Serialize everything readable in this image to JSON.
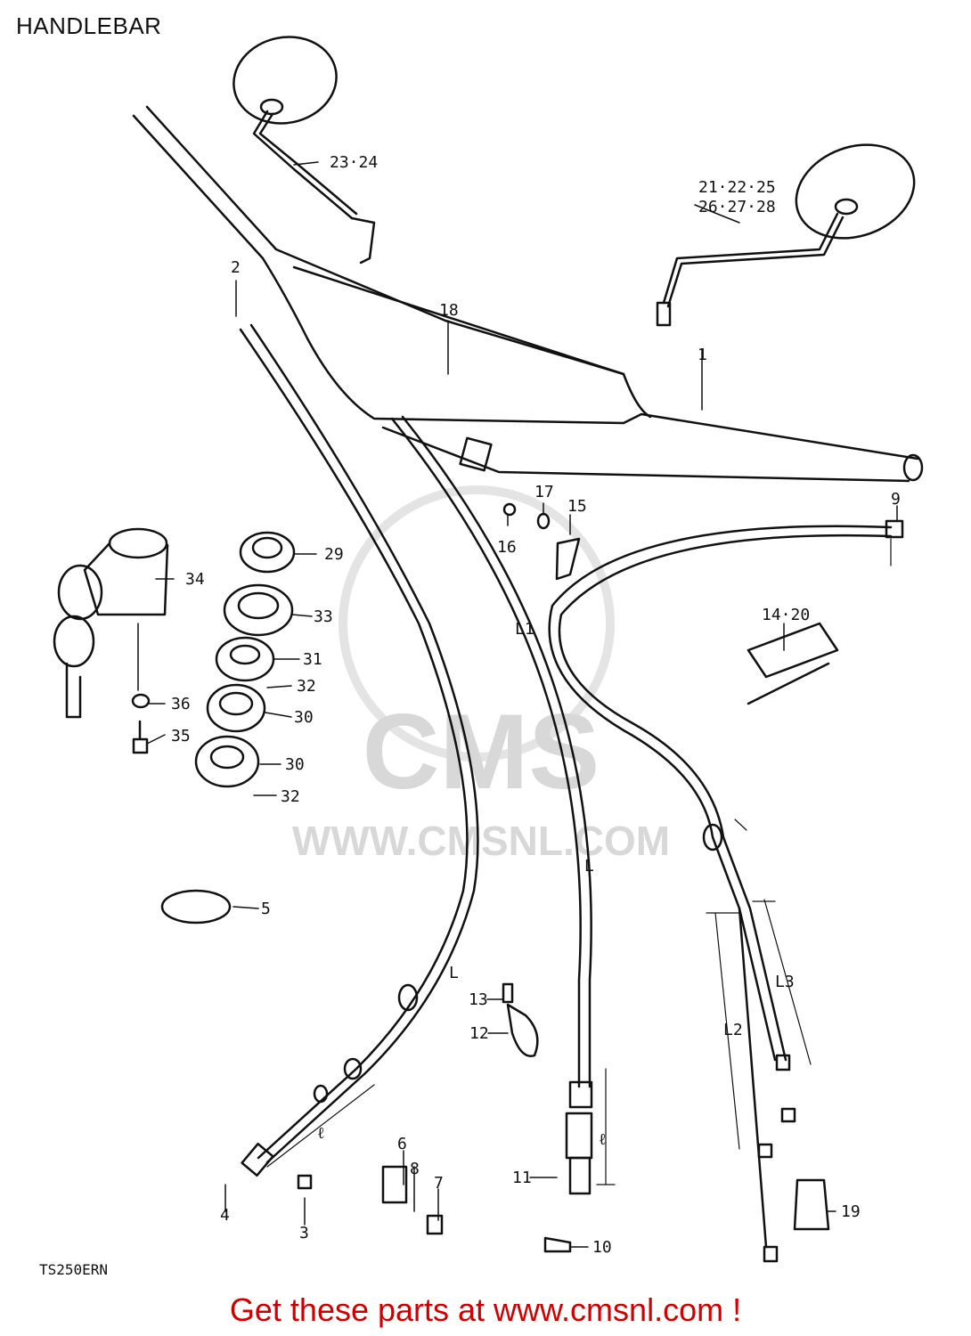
{
  "header": {
    "title": "HANDLEBAR"
  },
  "watermark": {
    "text": "WWW.CMSNL.COM",
    "logo_text": "CMS"
  },
  "parts": {
    "p1": "1",
    "p2": "2",
    "p3": "3",
    "p4": "4",
    "p5": "5",
    "p6": "6",
    "p7": "7",
    "p8": "8",
    "p9": "9",
    "p10": "10",
    "p11": "11",
    "p12": "12",
    "p13": "13",
    "p14_20": "14·20",
    "p15": "15",
    "p16": "16",
    "p17": "17",
    "p18": "18",
    "p19": "19",
    "p21_25": "21·22·25",
    "p26_28": "26·27·28",
    "p23_24": "23·24",
    "p29": "29",
    "p30a": "30",
    "p30b": "30",
    "p31": "31",
    "p32a": "32",
    "p32b": "32",
    "p33": "33",
    "p34": "34",
    "p35": "35",
    "p36": "36"
  },
  "dimensions": {
    "L1": "L1",
    "L_a": "L",
    "L_b": "L",
    "L2": "L2",
    "L3": "L3",
    "l_a": "ℓ",
    "l_b": "ℓ"
  },
  "footer": {
    "model_code": "TS250ERN",
    "cta": "Get these parts at www.cmsnl.com !"
  }
}
